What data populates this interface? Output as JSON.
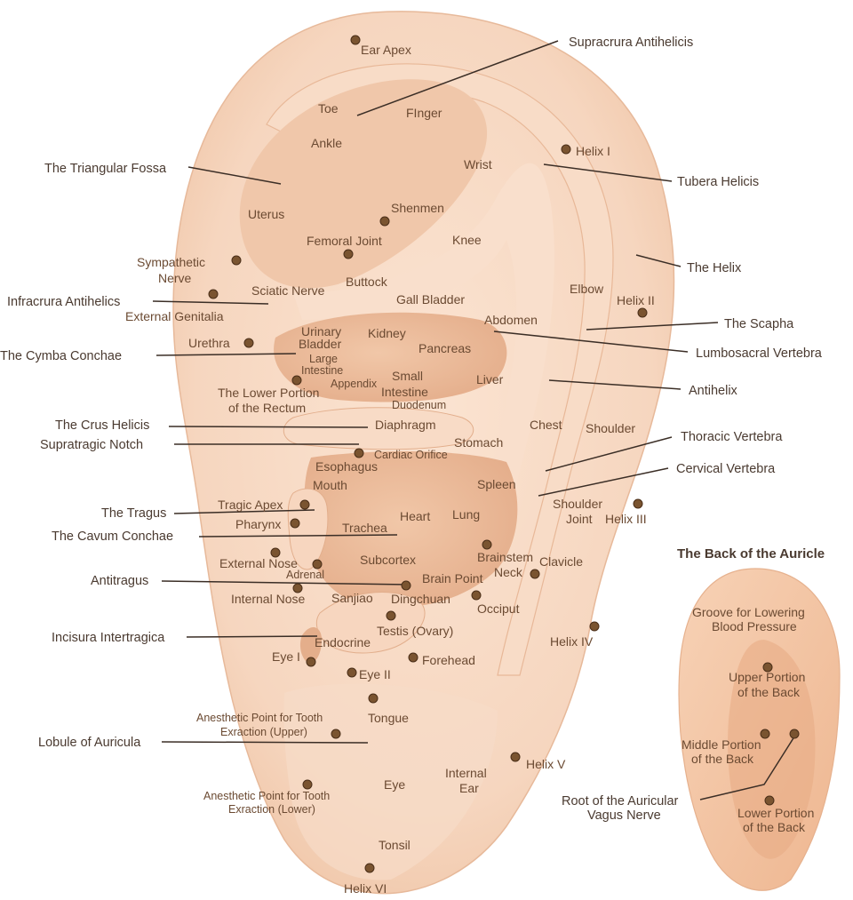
{
  "colors": {
    "skin_light": "#fbe6d6",
    "skin_mid": "#f4cfb4",
    "skin_shadow": "#e7b595",
    "skin_deep": "#d9a07f",
    "point": "#7a5430",
    "outer_text": "#4a3a30",
    "inner_text": "#6b4a32"
  },
  "outer_labels": {
    "supracrura_antihelicis": "Supracrura Antihelicis",
    "triangular_fossa": "The Triangular Fossa",
    "tubera_helicis": "Tubera Helicis",
    "the_helix": "The Helix",
    "infracrura_antihelics": "Infracrura Antihelics",
    "the_scapha": "The Scapha",
    "cymba_conchae": "The Cymba Conchae",
    "lumbosacral_vertebra": "Lumbosacral Vertebra",
    "antihelix": "Antihelix",
    "crus_helicis": "The Crus Helicis",
    "thoracic_vertebra": "Thoracic Vertebra",
    "supratragic_notch": "Supratragic Notch",
    "cervical_vertebra": "Cervical Vertebra",
    "the_tragus": "The Tragus",
    "cavum_conchae": "The Cavum Conchae",
    "antitragus": "Antitragus",
    "incisura_intertragica": "Incisura Intertragica",
    "lobule_of_auricula": "Lobule of Auricula"
  },
  "points": {
    "ear_apex": "Ear Apex",
    "toe": "Toe",
    "finger": "FInger",
    "ankle": "Ankle",
    "helix_1": "Helix I",
    "wrist": "Wrist",
    "uterus": "Uterus",
    "shenmen": "Shenmen",
    "femoral_joint": "Femoral Joint",
    "knee": "Knee",
    "sympathetic_nerve_1": "Sympathetic",
    "sympathetic_nerve_2": "Nerve",
    "buttock": "Buttock",
    "sciatic_nerve": "Sciatic Nerve",
    "gall_bladder": "Gall Bladder",
    "elbow": "Elbow",
    "helix_2": "Helix II",
    "external_genitalia": "External Genitalia",
    "abdomen": "Abdomen",
    "urinary_bladder_1": "Urinary",
    "urinary_bladder_2": "Bladder",
    "kidney": "Kidney",
    "urethra": "Urethra",
    "pancreas": "Pancreas",
    "large_intestine_1": "Large",
    "large_intestine_2": "Intestine",
    "small_intestine_1": "Small",
    "small_intestine_2": "Intestine",
    "appendix": "Appendix",
    "liver": "Liver",
    "rectum_1": "The Lower Portion",
    "rectum_2": "of the Rectum",
    "duodenum": "Duodenum",
    "diaphragm": "Diaphragm",
    "chest": "Chest",
    "shoulder": "Shoulder",
    "stomach": "Stomach",
    "cardiac_orifice": "Cardiac Orifice",
    "esophagus": "Esophagus",
    "mouth": "Mouth",
    "spleen": "Spleen",
    "tragic_apex": "Tragic Apex",
    "shoulder_joint_1": "Shoulder",
    "shoulder_joint_2": "Joint",
    "helix_3": "Helix III",
    "pharynx": "Pharynx",
    "heart": "Heart",
    "lung": "Lung",
    "trachea": "Trachea",
    "external_nose": "External Nose",
    "subcortex": "Subcortex",
    "brainstem": "Brainstem",
    "clavicle": "Clavicle",
    "neck": "Neck",
    "adrenal": "Adrenal",
    "brain_point": "Brain Point",
    "internal_nose": "Internal Nose",
    "sanjiao": "Sanjiao",
    "dingchuan": "Dingchuan",
    "occiput": "Occiput",
    "testis": "Testis (Ovary)",
    "helix_4": "Helix IV",
    "endocrine": "Endocrine",
    "eye_1": "Eye I",
    "forehead": "Forehead",
    "eye_2": "Eye II",
    "tooth_upper_1": "Anesthetic Point for Tooth",
    "tooth_upper_2": "Exraction (Upper)",
    "tongue": "Tongue",
    "helix_5": "Helix V",
    "internal_ear_1": "Internal",
    "internal_ear_2": "Ear",
    "eye": "Eye",
    "tooth_lower_1": "Anesthetic Point for Tooth",
    "tooth_lower_2": "Exraction (Lower)",
    "tonsil": "Tonsil",
    "helix_6": "Helix VI"
  },
  "back": {
    "title": "The Back of the Auricle",
    "groove_1": "Groove for Lowering",
    "groove_2": "Blood Pressure",
    "upper_1": "Upper Portion",
    "upper_2": "of the Back",
    "middle_1": "Middle Portion",
    "middle_2": "of the Back",
    "vagus_1": "Root of the Auricular",
    "vagus_2": "Vagus Nerve",
    "lower_1": "Lower Portion",
    "lower_2": "of the Back"
  }
}
